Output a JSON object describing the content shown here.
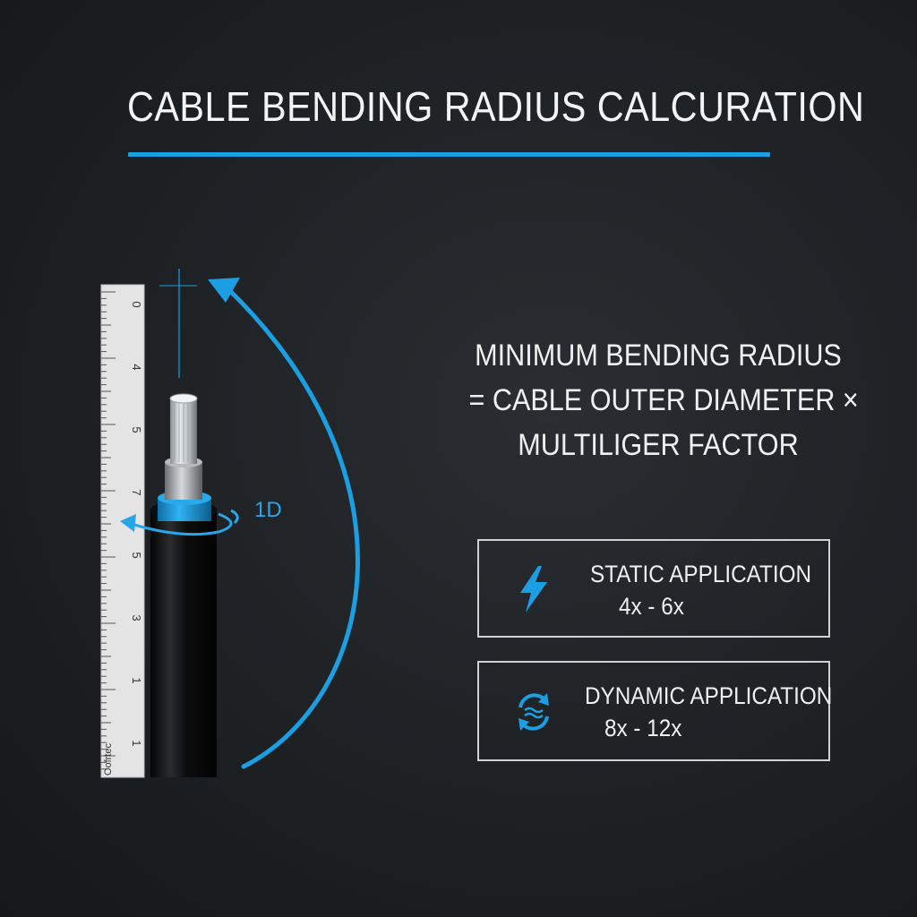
{
  "title": "CABLE BENDING RADIUS CALCURATION",
  "colors": {
    "accent": "#1c9fe2",
    "background": "#1e2124",
    "text": "#f2f2f2",
    "ruler": "#e4e4e4",
    "cable_jacket": "#0b0b0c"
  },
  "formula": {
    "line1": "MINIMUM BENDING RADIUS",
    "line2": "= CABLE OUTER DIAMETER ×",
    "line3": "MULTILIGER FACTOR"
  },
  "diameter_label": "1D",
  "ruler": {
    "labels": [
      "0",
      "4",
      "5",
      "7",
      "5",
      "3",
      "1",
      "1"
    ],
    "bottom_text": "Oofrtec"
  },
  "cards": [
    {
      "icon": "lightning-icon",
      "title": "STATIC APPLICATION",
      "value": "4x - 6x"
    },
    {
      "icon": "cycle-wave-icon",
      "title": "DYNAMIC APPLICATION",
      "value": "8x - 12x"
    }
  ]
}
